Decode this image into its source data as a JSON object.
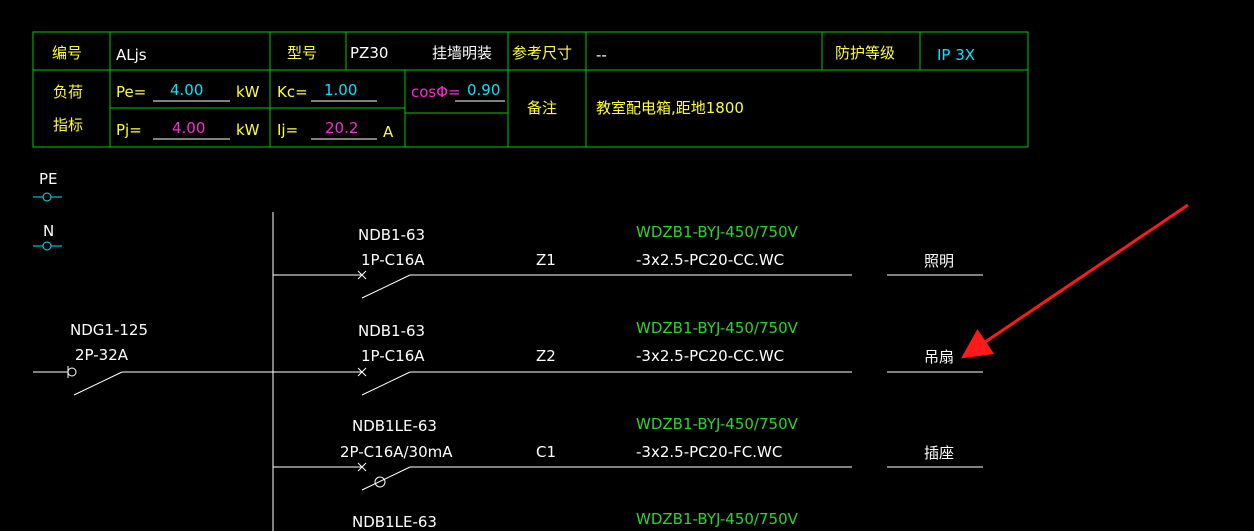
{
  "colors": {
    "frame": "#00c800",
    "white": "#ffffff",
    "cyan": "#00e5ff",
    "magenta": "#ff2bd6",
    "yellow": "#ffff33",
    "green_text": "#29d629",
    "arrow": "#ff1a1a"
  },
  "header": {
    "num_label": "编号",
    "num_value": "ALjs",
    "model_label": "型号",
    "model_value": "PZ30",
    "install": "挂墙明装",
    "ref_size_label": "参考尺寸",
    "ref_size_value": "--",
    "protect_label": "防护等级",
    "protect_value": "IP 3X",
    "load_label_1": "负荷",
    "load_label_2": "指标",
    "pe_label": "Pe=",
    "pe_value": "4.00",
    "pe_unit": "kW",
    "pj_label": "Pj=",
    "pj_value": "4.00",
    "pj_unit": "kW",
    "kc_label": "Kc=",
    "kc_value": "1.00",
    "ij_label": "Ij=",
    "ij_value": "20.2",
    "ij_unit": "A",
    "cos_label": "cosΦ=",
    "cos_value": "0.90",
    "note_label": "备注",
    "note_value": "教室配电箱,距地1800"
  },
  "buses": {
    "pe": "PE",
    "n": "N"
  },
  "main_breaker": {
    "model": "NDG1-125",
    "spec": "2P-32A"
  },
  "circuits": [
    {
      "breaker": "NDB1-63",
      "spec": "1P-C16A",
      "id": "Z1",
      "cable": "WDZB1-BYJ-450/750V",
      "laying": "-3x2.5-PC20-CC.WC",
      "load": "照明"
    },
    {
      "breaker": "NDB1-63",
      "spec": "1P-C16A",
      "id": "Z2",
      "cable": "WDZB1-BYJ-450/750V",
      "laying": "-3x2.5-PC20-CC.WC",
      "load": "吊扇"
    },
    {
      "breaker": "NDB1LE-63",
      "spec": "2P-C16A/30mA",
      "id": "C1",
      "cable": "WDZB1-BYJ-450/750V",
      "laying": "-3x2.5-PC20-FC.WC",
      "load": "插座"
    },
    {
      "breaker": "NDB1LE-63",
      "spec": "",
      "id": "",
      "cable": "WDZB1-BYJ-450/750V",
      "laying": "",
      "load": ""
    }
  ]
}
